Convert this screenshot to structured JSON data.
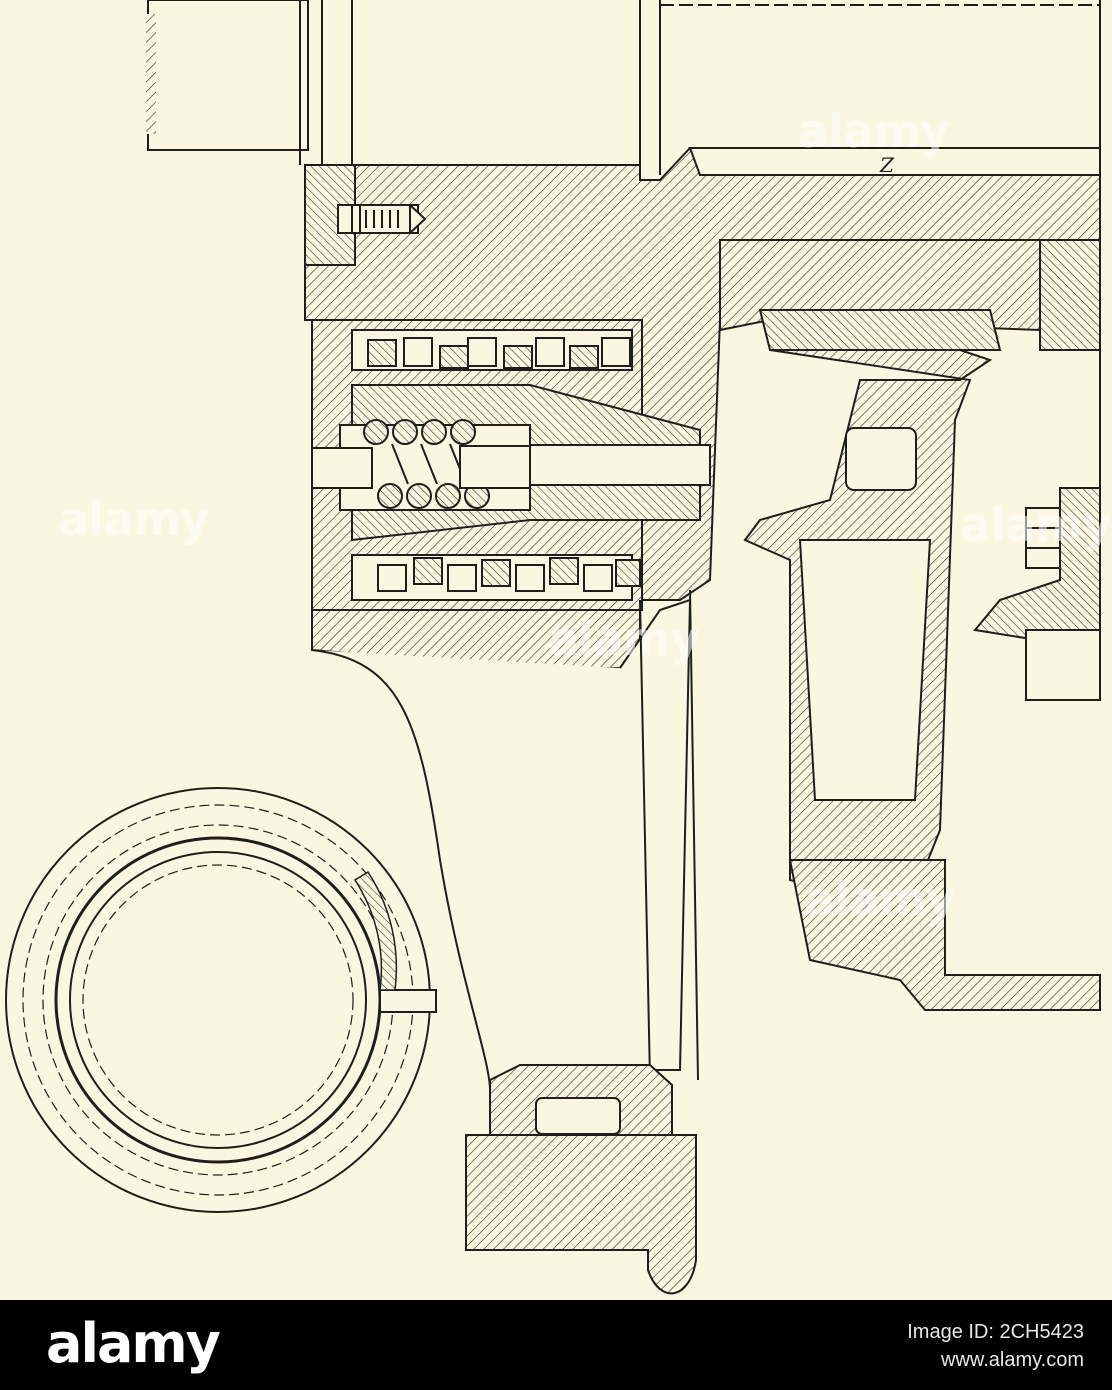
{
  "drawing": {
    "part_label": "Z",
    "watermark": "alamy",
    "colors": {
      "paper": "#fbf6df",
      "ink": "#1e1e1e"
    }
  },
  "footer": {
    "logo": "alamy",
    "image_id": "Image ID: 2CH5423",
    "url": "www.alamy.com"
  }
}
